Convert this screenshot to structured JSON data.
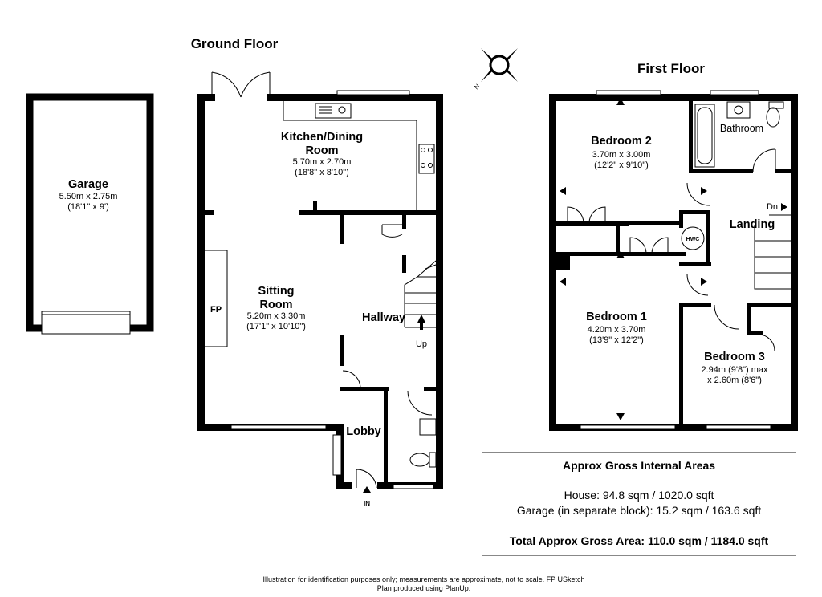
{
  "headings": {
    "ground_floor": "Ground Floor",
    "first_floor": "First Floor"
  },
  "compass": {
    "letter": "N"
  },
  "garage": {
    "name": "Garage",
    "dim_metric": "5.50m x 2.75m",
    "dim_imperial": "(18'1\" x 9')"
  },
  "ground": {
    "kitchen": {
      "name_line1": "Kitchen/Dining",
      "name_line2": "Room",
      "dim_metric": "5.70m x 2.70m",
      "dim_imperial": "(18'8\" x 8'10\")"
    },
    "sitting": {
      "name_line1": "Sitting",
      "name_line2": "Room",
      "dim_metric": "5.20m x 3.30m",
      "dim_imperial": "(17'1\" x 10'10\")"
    },
    "fireplace": "FP",
    "hallway": "Hallway",
    "stairs_up": "Up",
    "lobby": "Lobby",
    "entrance": "IN"
  },
  "first": {
    "bedroom2": {
      "name": "Bedroom 2",
      "dim_metric": "3.70m x 3.00m",
      "dim_imperial": "(12'2\" x 9'10\")"
    },
    "bathroom": "Bathroom",
    "landing": "Landing",
    "stairs_down": "Dn",
    "hwc": "HWC",
    "bedroom1": {
      "name": "Bedroom 1",
      "dim_metric": "4.20m x 3.70m",
      "dim_imperial": "(13'9\" x 12'2\")"
    },
    "bedroom3": {
      "name": "Bedroom 3",
      "dim_line1": "2.94m (9'8\") max",
      "dim_line2": "x 2.60m (8'6\")"
    }
  },
  "areas": {
    "heading": "Approx Gross Internal Areas",
    "house": "House: 94.8 sqm / 1020.0 sqft",
    "garage": "Garage (in separate block): 15.2 sqm / 163.6 sqft",
    "total": "Total Approx Gross Area: 110.0 sqm / 1184.0 sqft"
  },
  "disclaimer": {
    "line1": "Illustration for identification purposes only; measurements are approximate, not to scale. FP USketch",
    "line2": "Plan produced using PlanUp."
  }
}
